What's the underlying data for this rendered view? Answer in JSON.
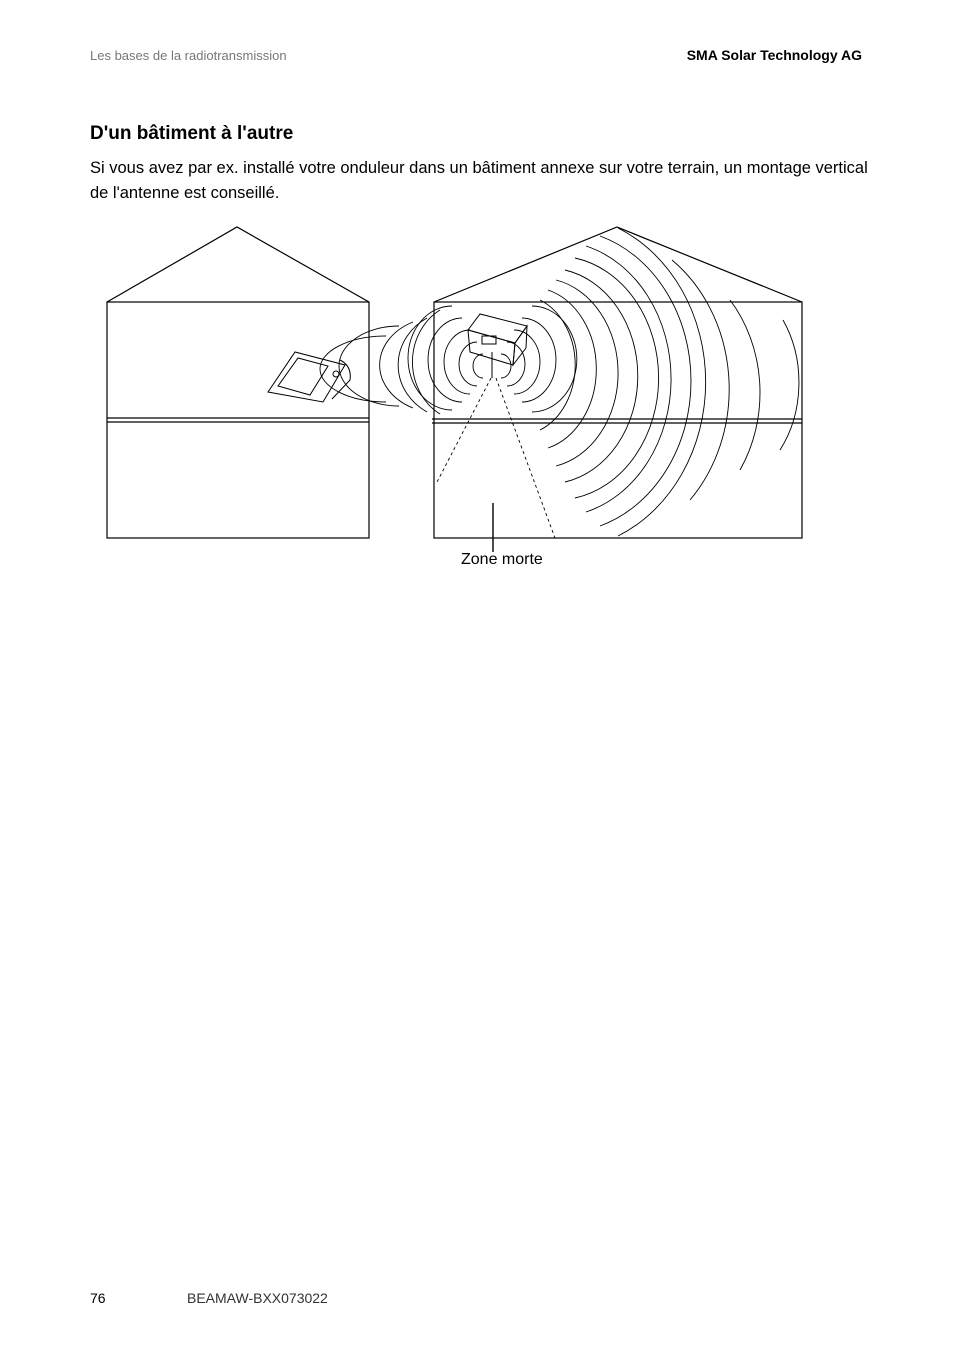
{
  "header": {
    "section": "Les bases de la radiotransmission",
    "company": "SMA Solar Technology AG"
  },
  "content": {
    "title": "D'un bâtiment à l'autre",
    "paragraph": "Si vous avez par ex. installé votre onduleur dans un bâtiment annexe sur votre terrain, un montage vertical de l'antenne est conseillé."
  },
  "figure": {
    "label": "Zone morte",
    "icons": [
      "house-outline",
      "display-device-icon",
      "inverter-icon",
      "radio-waves"
    ]
  },
  "footer": {
    "page_number": "76",
    "document_code": "BEAMAW-BXX073022"
  }
}
